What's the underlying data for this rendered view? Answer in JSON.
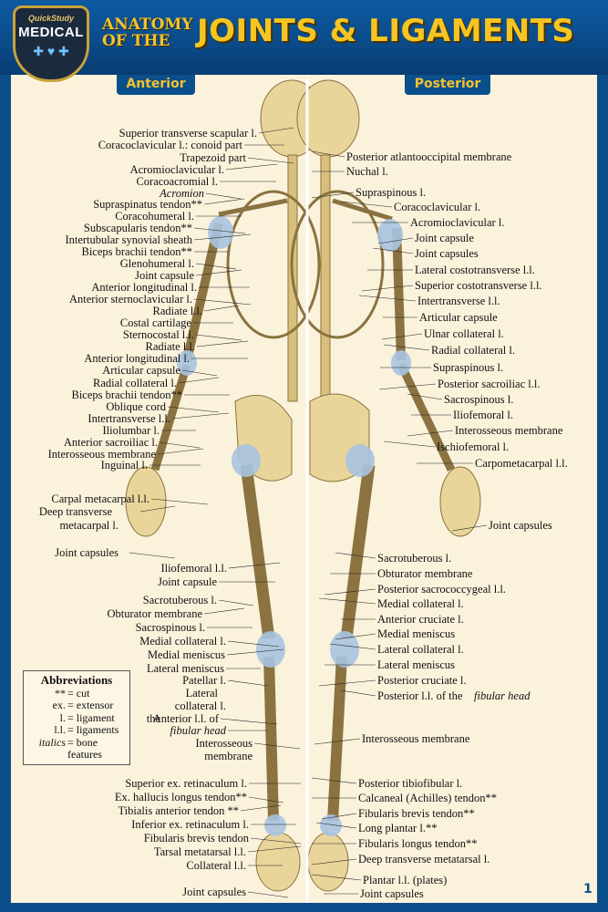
{
  "header": {
    "brand_small": "QuickStudy",
    "brand_big": "MEDICAL",
    "title_prefix_line1": "ANATOMY",
    "title_prefix_line2": "OF THE",
    "title_main": "JOINTS & LIGAMENTS"
  },
  "views": {
    "anterior": "Anterior",
    "posterior": "Posterior"
  },
  "labels_left": [
    "Superior transverse scapular l.",
    "Coracoclavicular l.: conoid part",
    "Trapezoid part",
    "Acromioclavicular l.",
    "Coracoacromial l.",
    "Acromion",
    "Supraspinatus tendon**",
    "Coracohumeral l.",
    "Subscapularis tendon**",
    "Intertubular synovial sheath",
    "Biceps brachii tendon**",
    "Glenohumeral l.",
    "Joint capsule",
    "Anterior longitudinal l.",
    "Anterior sternoclavicular l.",
    "Radiate l.l.",
    "Costal cartilage",
    "Sternocostal l.l.",
    "Radiate l.l.",
    "Anterior longitudinal l.",
    "Articular capsule",
    "Radial collateral l.",
    "Biceps brachii tendon**",
    "Oblique cord",
    "Intertransverse l.l.",
    "Iliolumbar l.",
    "Anterior sacroiliac l.",
    "Interosseous membrane",
    "Inguinal l.",
    "Carpal metacarpal l.l.",
    "Deep transverse",
    "metacarpal l.",
    "Joint capsules",
    "Iliofemoral l.l.",
    "Joint capsule",
    "Sacrotuberous l.",
    "Obturator membrane",
    "Sacrospinous l.",
    "Medial collateral l.",
    "Medial meniscus",
    "Lateral meniscus",
    "Patellar l.",
    "Lateral",
    "collateral l.",
    "Anterior l.l. of",
    "the",
    "fibular head",
    "Interosseous",
    "membrane",
    "Superior ex. retinaculum l.",
    "Ex. hallucis longus tendon**",
    "Tibialis anterior tendon **",
    "Inferior ex. retinaculum l.",
    "Fibularis brevis tendon",
    "Tarsal metatarsal l.l.",
    "Collateral l.l.",
    "Joint capsules"
  ],
  "labels_right": [
    "Posterior atlantooccipital membrane",
    "Nuchal l.",
    "Supraspinous l.",
    "Coracoclavicular l.",
    "Acromioclavicular l.",
    "Joint capsule",
    "Joint capsules",
    "Lateral costotransverse l.l.",
    "Superior costotransverse l.l.",
    "Intertransverse l.l.",
    "Articular capsule",
    "Ulnar collateral l.",
    "Radial collateral l.",
    "Supraspinous l.",
    "Posterior sacroiliac l.l.",
    "Sacrospinous l.",
    "Iliofemoral l.",
    "Interosseous membrane",
    "Ischiofemoral l.",
    "Carpometacarpal l.l.",
    "Joint capsules",
    "Sacrotuberous l.",
    "Obturator membrane",
    "Posterior sacrococcygeal l.l.",
    "Medial collateral l.",
    "Anterior cruciate l.",
    "Medial meniscus",
    "Lateral collateral l.",
    "Lateral meniscus",
    "Posterior cruciate l.",
    "Posterior l.l. of the",
    "fibular head",
    "Interosseous membrane",
    "Posterior tibiofibular l.",
    "Calcaneal (Achilles) tendon**",
    "Fibularis brevis tendon**",
    "Long plantar l.**",
    "Fibularis longus tendon**",
    "Deep transverse metatarsal l.",
    "Plantar l.l. (plates)",
    "Joint capsules"
  ],
  "abbreviations": {
    "title": "Abbreviations",
    "items": [
      {
        "key": "**",
        "value": "= cut"
      },
      {
        "key": "ex.",
        "value": "= extensor"
      },
      {
        "key": "l.",
        "value": "= ligament"
      },
      {
        "key": "l.l.",
        "value": "= ligaments"
      },
      {
        "key": "italics",
        "value": "= bone"
      },
      {
        "key": "",
        "value": "features"
      }
    ]
  },
  "page_number": "1",
  "colors": {
    "header_blue": "#0b4f8c",
    "title_gold": "#f6c521",
    "bone": "#e9d49a",
    "ligament": "#a9c4e0",
    "panel": "#fbf2dc"
  }
}
